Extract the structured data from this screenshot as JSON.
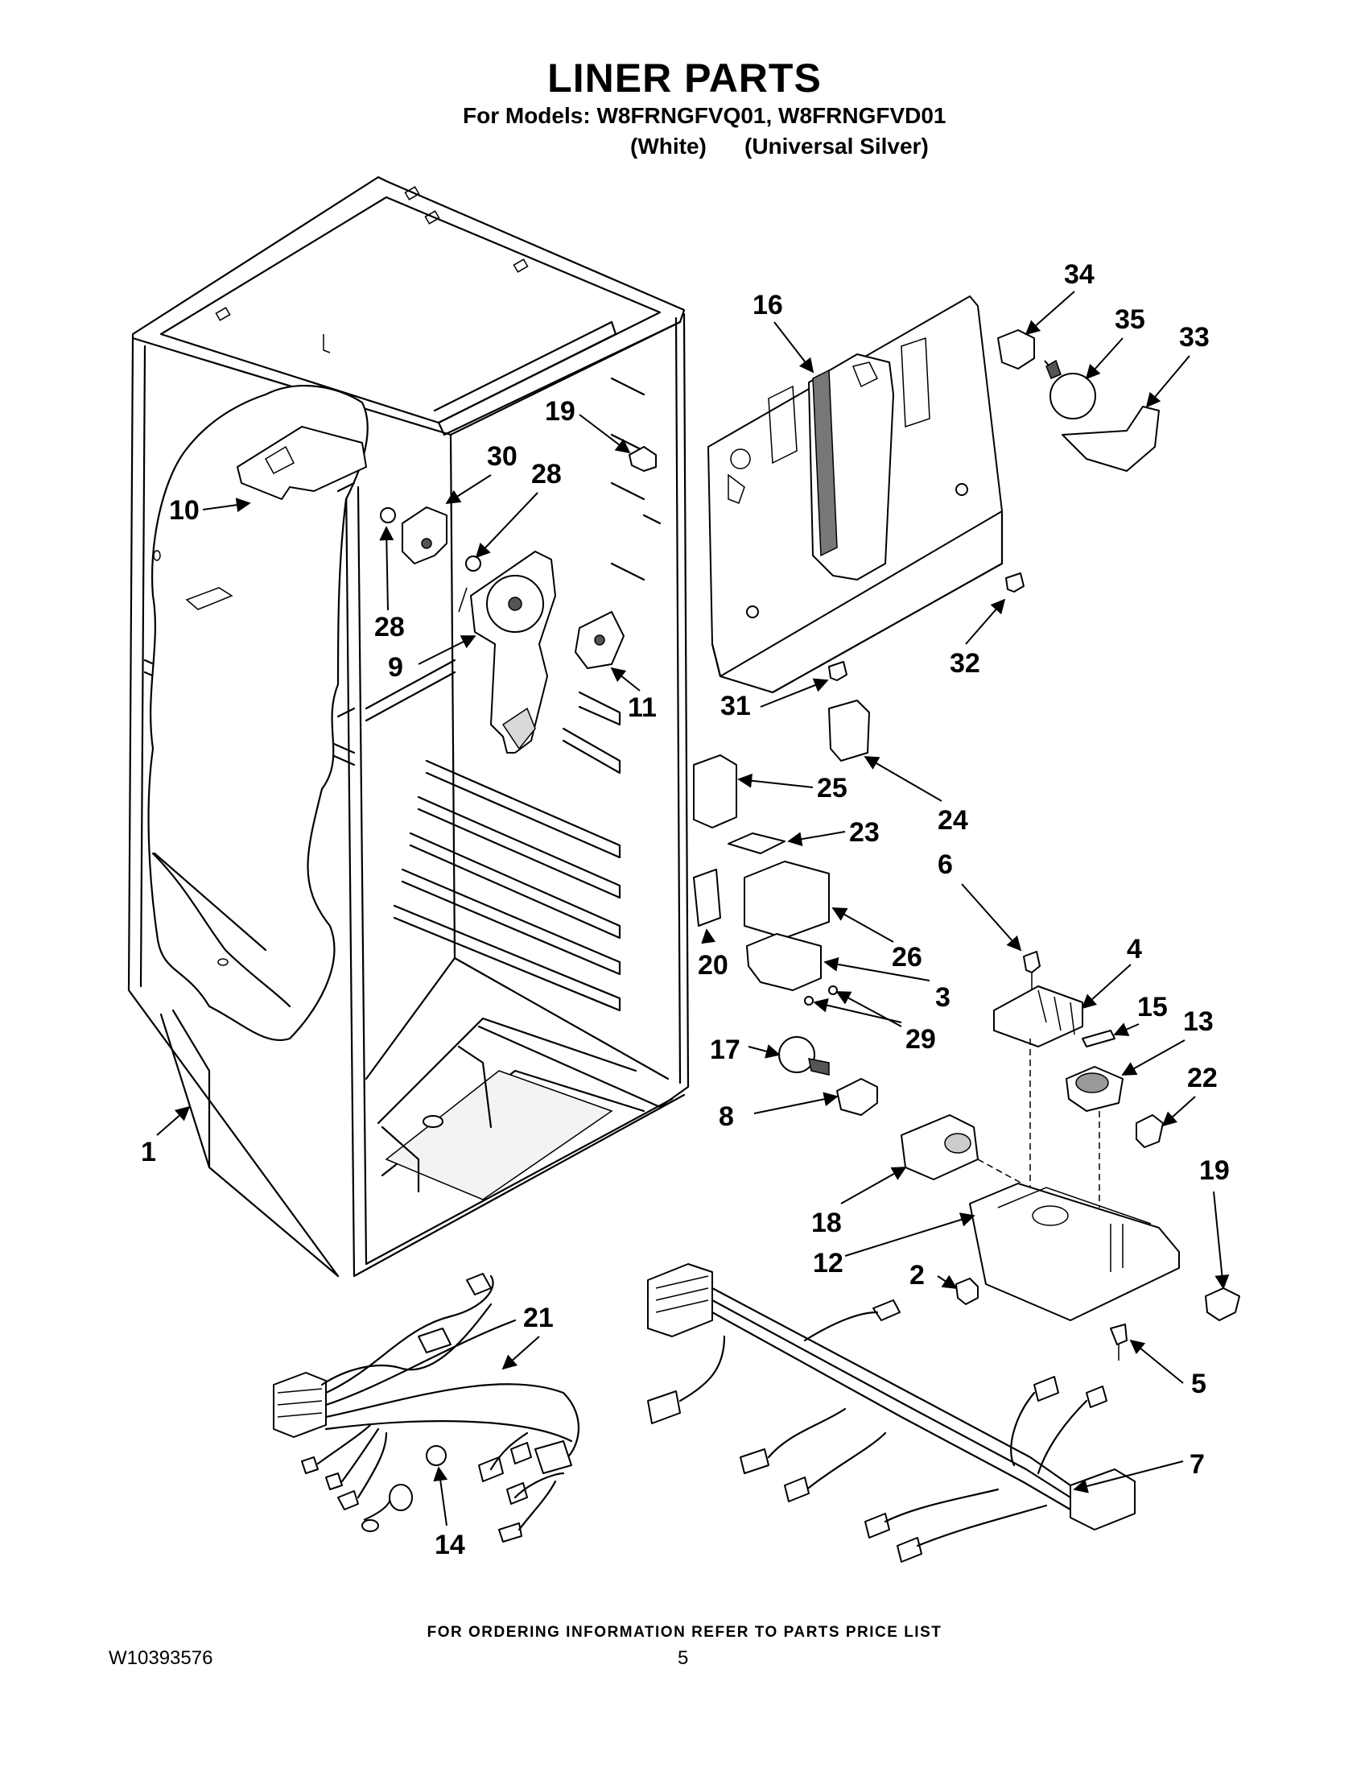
{
  "header": {
    "title": "LINER PARTS",
    "models": "For Models: W8FRNGFVQ01, W8FRNGFVD01",
    "variant_white": "(White)",
    "variant_silver": "(Universal Silver)"
  },
  "callouts": [
    "34",
    "35",
    "33",
    "16",
    "19",
    "30",
    "28",
    "10",
    "28",
    "9",
    "11",
    "32",
    "31",
    "25",
    "24",
    "23",
    "6",
    "4",
    "20",
    "26",
    "3",
    "15",
    "13",
    "29",
    "17",
    "22",
    "8",
    "19",
    "1",
    "18",
    "12",
    "2",
    "21",
    "5",
    "7",
    "14"
  ],
  "footer": {
    "note": "FOR ORDERING INFORMATION REFER TO PARTS PRICE LIST",
    "doc_number": "W10393576",
    "page_number": "5"
  }
}
